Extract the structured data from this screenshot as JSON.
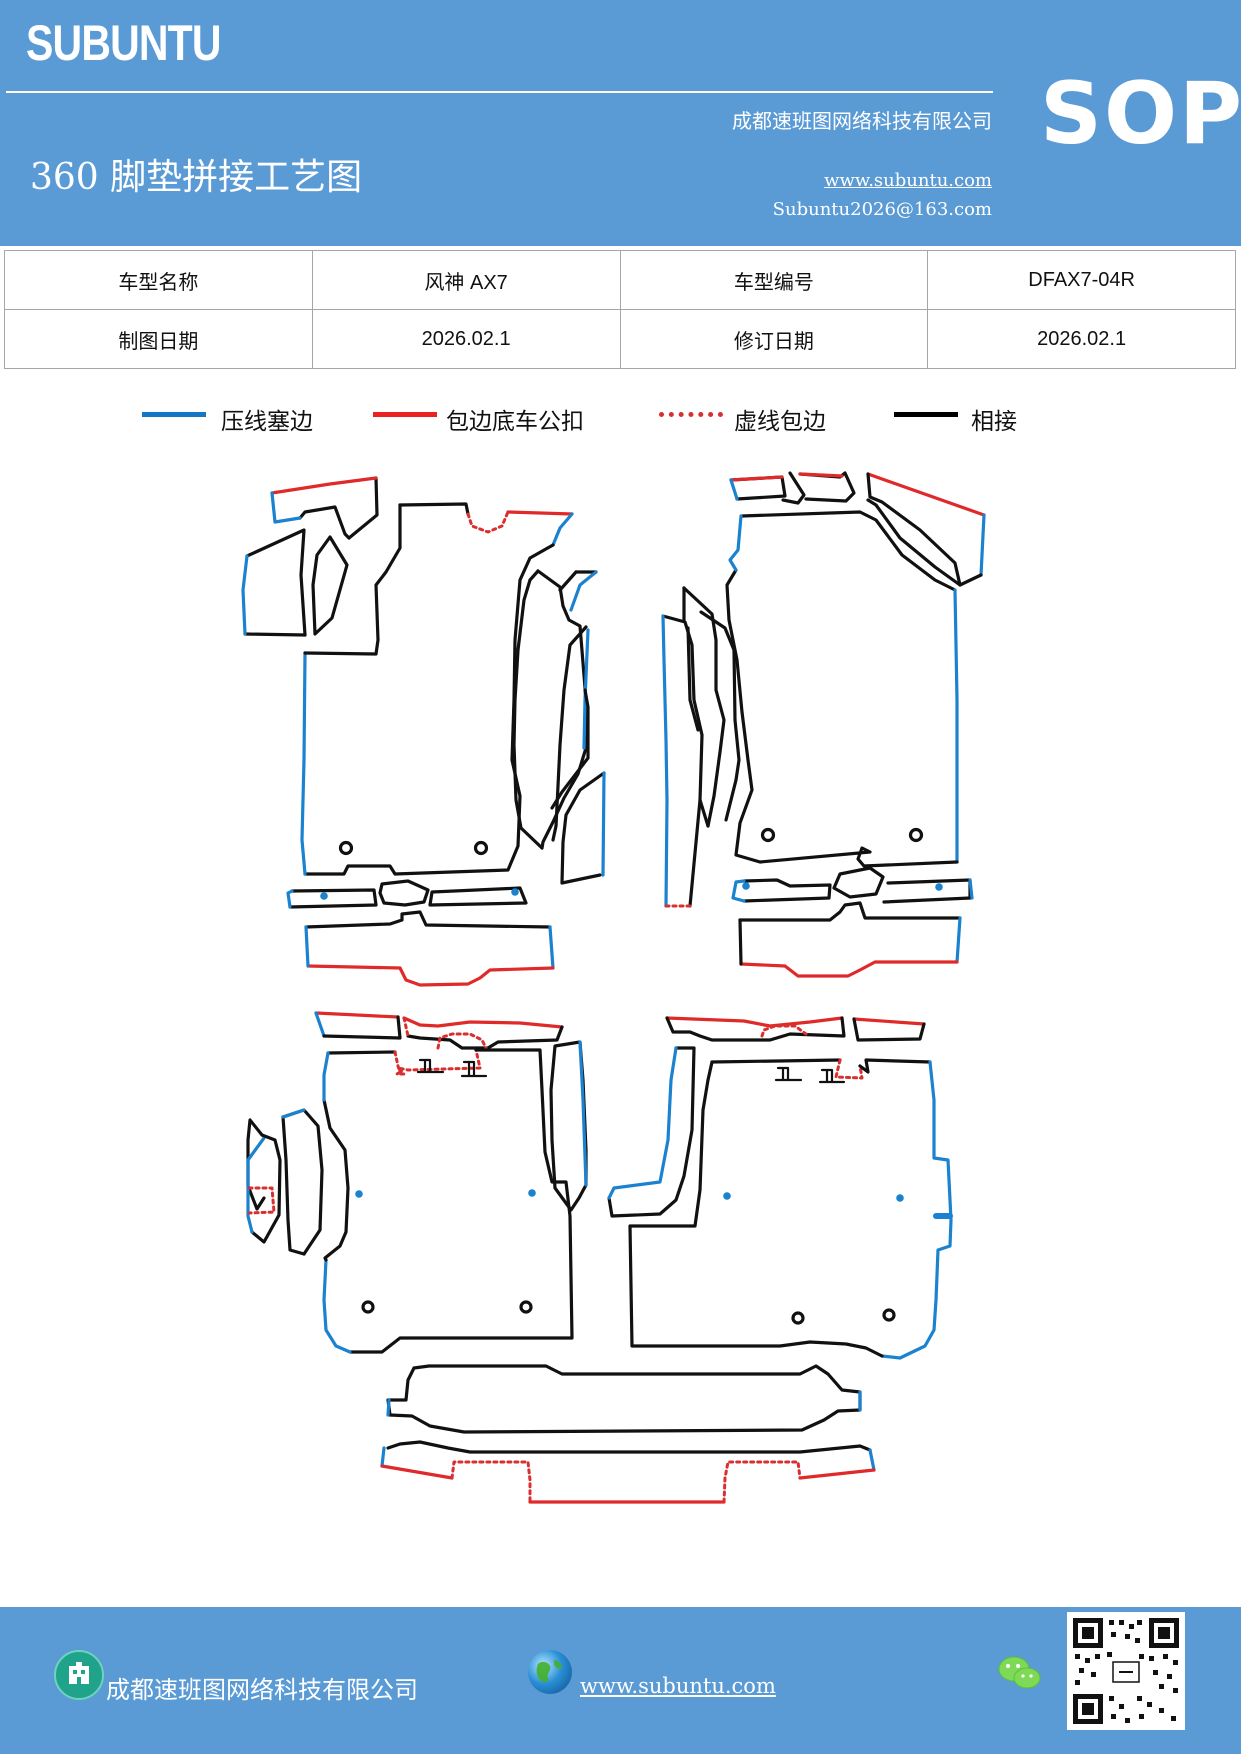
{
  "header": {
    "brand": "SUBUNTU",
    "sop": "SOP",
    "company": "成都速班图网络科技有限公司",
    "title": "360 脚垫拼接工艺图",
    "website": "www.subuntu.com",
    "email": "Subuntu2026@163.com"
  },
  "info_table": {
    "row1": {
      "label1": "车型名称",
      "value1": "风神 AX7",
      "label2": "车型编号",
      "value2": "DFAX7-04R"
    },
    "row2": {
      "label1": "制图日期",
      "value1": "2026.02.1",
      "label2": "修订日期",
      "value2": "2026.02.1"
    }
  },
  "legend": [
    {
      "label": "压线塞边",
      "color": "#1577c4",
      "style": "solid"
    },
    {
      "label": "包边底车公扣",
      "color": "#ea2121",
      "style": "solid"
    },
    {
      "label": "虚线包边",
      "color": "#d83030",
      "style": "dotted"
    },
    {
      "label": "相接",
      "color": "#000000",
      "style": "solid"
    }
  ],
  "colors": {
    "header_bg": "#5b9bd5",
    "blue_line": "#1b82cf",
    "red_line": "#e02a2a",
    "black_line": "#111111"
  },
  "footer": {
    "company": "成都速班图网络科技有限公司",
    "website": "www.subuntu.com",
    "icons": [
      "building-icon",
      "globe-icon",
      "wechat-icon",
      "qr-code"
    ]
  }
}
